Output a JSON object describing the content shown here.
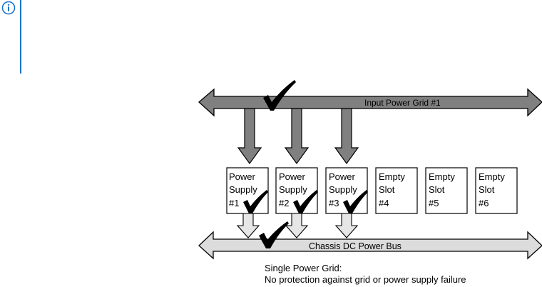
{
  "note": {
    "icon": "info-icon"
  },
  "diagram": {
    "input_grid_label": "Input Power Grid #1",
    "dc_bus_label": "Chassis DC Power Bus",
    "slots": [
      {
        "line1": "Power",
        "line2": "Supply",
        "line3": "#1",
        "checked": true
      },
      {
        "line1": "Power",
        "line2": "Supply",
        "line3": "#2",
        "checked": true
      },
      {
        "line1": "Power",
        "line2": "Supply",
        "line3": "#3",
        "checked": true
      },
      {
        "line1": "Empty",
        "line2": "Slot",
        "line3": "#4",
        "checked": false
      },
      {
        "line1": "Empty",
        "line2": "Slot",
        "line3": "#5",
        "checked": false
      },
      {
        "line1": "Empty",
        "line2": "Slot",
        "line3": "#6",
        "checked": false
      }
    ],
    "caption_line1": "Single Power Grid:",
    "caption_line2": "No protection against grid or power supply failure"
  },
  "colors": {
    "input_grid_fill": "#808080",
    "dc_bus_fill": "#dcdcdc",
    "note_accent": "#1a73c8"
  }
}
